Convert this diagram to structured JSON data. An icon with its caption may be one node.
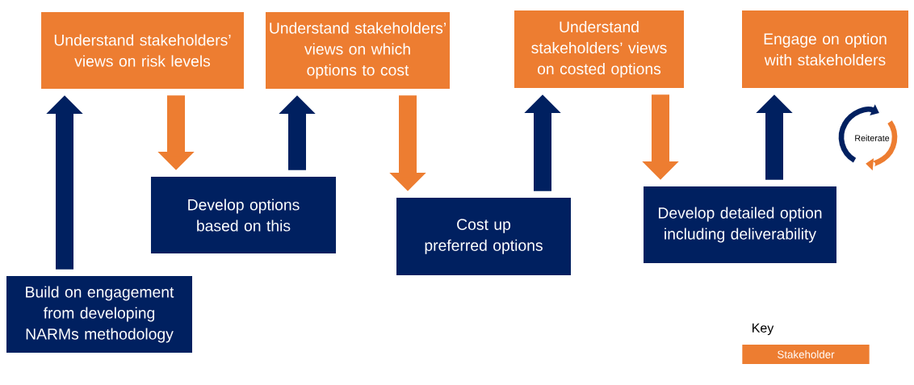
{
  "diagram": {
    "nodes": [
      {
        "text": [
          "Build on engagement from developing NARMs methodology"
        ]
      },
      {
        "text": [
          "Understand stakeholders’ views on risk levels"
        ]
      },
      {
        "text": [
          "Develop options based on this"
        ]
      },
      {
        "text": [
          "Understand stakeholders’ views on which options to cost"
        ]
      },
      {
        "text": [
          "Cost up preferred options"
        ]
      },
      {
        "text": [
          "Understand stakeholders’ views on costed options"
        ]
      },
      {
        "text": [
          "Develop detailed option including deliverability"
        ]
      },
      {
        "text": [
          "Engage on option with stakeholders"
        ]
      }
    ],
    "edges": [
      {
        "from": 0,
        "to": 1,
        "arrow": "to"
      },
      {
        "from": 1,
        "to": 2,
        "arrow": "to",
        "color": "#ed7d31"
      },
      {
        "from": 2,
        "to": 3,
        "arrow": "to"
      },
      {
        "from": 3,
        "to": 4,
        "arrow": "to",
        "color": "#ed7d31"
      },
      {
        "from": 4,
        "to": 5,
        "arrow": "to"
      },
      {
        "from": 5,
        "to": 6,
        "arrow": "to",
        "color": "#ed7d31"
      },
      {
        "from": 6,
        "to": 7,
        "arrow": "to"
      }
    ],
    "labels": [
      "Reiterate",
      "Key"
    ],
    "legend": [
      {
        "text": "Stakeholder",
        "color": "#ed7d31"
      }
    ]
  }
}
